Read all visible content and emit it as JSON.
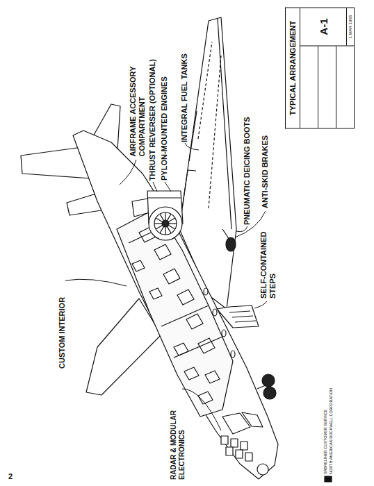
{
  "diagram": {
    "nodes": [
      {
        "text": [
          "TYPICAL ARRANGEMENT",
          "A-1",
          "1 MAR 1968"
        ]
      }
    ],
    "labels": [
      "AIRFRAME ACCESSORY COMPARTMENT",
      "THRUST REVERSER (OPTIONAL)",
      "PYLON-MOUNTED ENGINES",
      "INTEGRAL FUEL TANKS",
      "PNEUMATIC DEICING BOOTS",
      "ANTI-SKID BRAKES",
      "SELF-CONTAINED STEPS",
      "CUSTOM INTERIOR",
      "RADAR & MODULAR ELECTRONICS",
      "2",
      "SABRELINER CUSTOMER SERVICE",
      "NORTH AMERICAN ROCKWELL CORPORATION"
    ]
  }
}
